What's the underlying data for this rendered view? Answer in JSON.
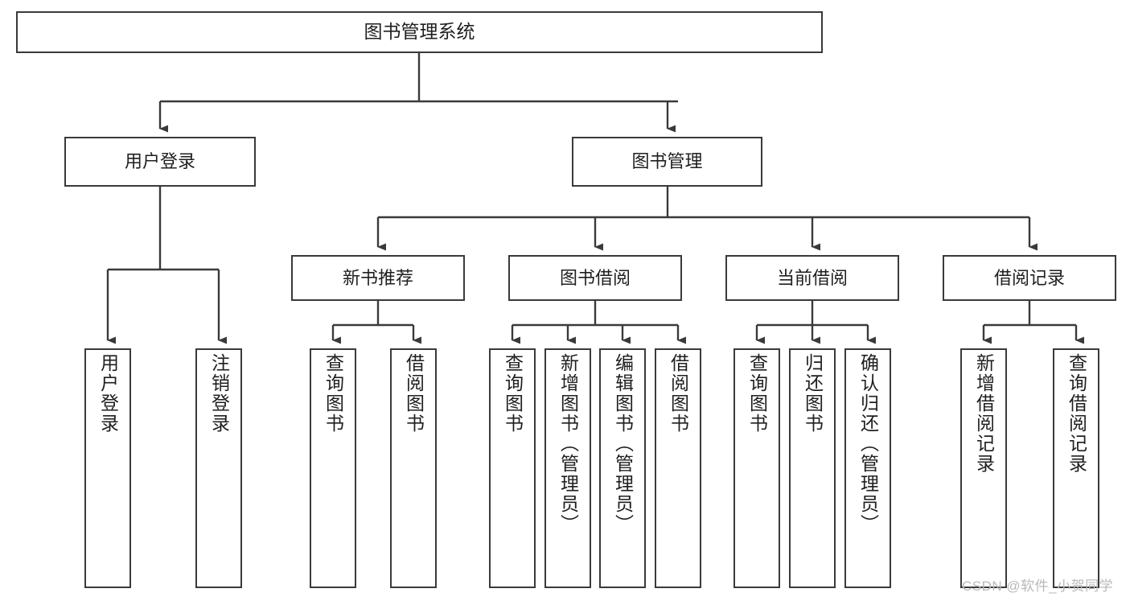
{
  "diagram": {
    "type": "tree-hierarchy-chart",
    "title": "图书管理系统",
    "stroke_color": "#3a3a3a",
    "text_color": "#1f1f1f",
    "background_color": "#ffffff",
    "levels": {
      "level1": [
        {
          "id": "root",
          "label": "图书管理系统"
        }
      ],
      "level2": [
        {
          "id": "user-login",
          "label": "用户登录"
        },
        {
          "id": "book-management",
          "label": "图书管理"
        }
      ],
      "level3": [
        {
          "id": "new-book-recommend",
          "label": "新书推荐"
        },
        {
          "id": "book-borrow",
          "label": "图书借阅"
        },
        {
          "id": "current-borrow",
          "label": "当前借阅"
        },
        {
          "id": "borrow-record",
          "label": "借阅记录"
        }
      ],
      "leaves": [
        {
          "id": "leaf-user-login",
          "label": "用户登录",
          "parent": "user-login"
        },
        {
          "id": "leaf-logout-login",
          "label": "注销登录",
          "parent": "user-login"
        },
        {
          "id": "leaf-query-book-1",
          "label": "查询图书",
          "parent": "new-book-recommend"
        },
        {
          "id": "leaf-borrow-book-1",
          "label": "借阅图书",
          "parent": "new-book-recommend"
        },
        {
          "id": "leaf-query-book-2",
          "label": "查询图书",
          "parent": "book-borrow"
        },
        {
          "id": "leaf-add-book",
          "label": "新增图书（管理员）",
          "parent": "book-borrow"
        },
        {
          "id": "leaf-edit-book",
          "label": "编辑图书（管理员）",
          "parent": "book-borrow"
        },
        {
          "id": "leaf-borrow-book-2",
          "label": "借阅图书",
          "parent": "book-borrow"
        },
        {
          "id": "leaf-query-book-3",
          "label": "查询图书",
          "parent": "current-borrow"
        },
        {
          "id": "leaf-return-book",
          "label": "归还图书",
          "parent": "current-borrow"
        },
        {
          "id": "leaf-confirm-return",
          "label": "确认归还（管理员）",
          "parent": "current-borrow"
        },
        {
          "id": "leaf-add-record",
          "label": "新增借阅记录",
          "parent": "borrow-record"
        },
        {
          "id": "leaf-query-record",
          "label": "查询借阅记录",
          "parent": "borrow-record"
        }
      ]
    }
  },
  "watermark": {
    "text": "CSDN @软件_小贺同学"
  }
}
